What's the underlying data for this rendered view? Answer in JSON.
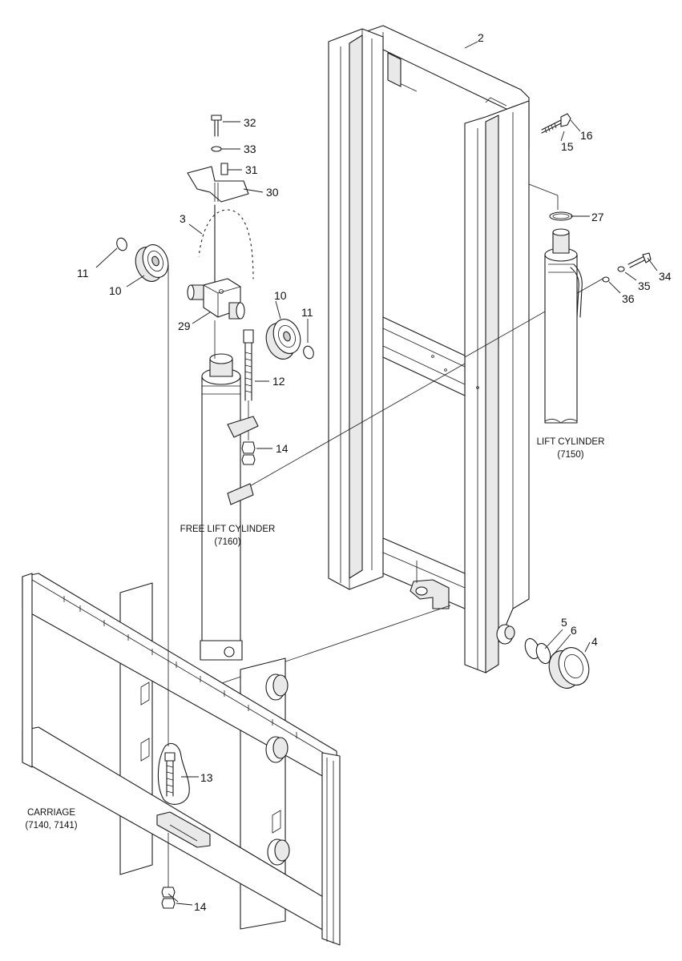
{
  "callouts": {
    "c2": "2",
    "c3": "3",
    "c4": "4",
    "c5": "5",
    "c6": "6",
    "c10a": "10",
    "c10b": "10",
    "c11a": "11",
    "c11b": "11",
    "c12": "12",
    "c13": "13",
    "c14a": "14",
    "c14b": "14",
    "c15": "15",
    "c16": "16",
    "c27": "27",
    "c29": "29",
    "c30": "30",
    "c31": "31",
    "c32": "32",
    "c33": "33",
    "c34": "34",
    "c35": "35",
    "c36": "36"
  },
  "subassemblies": {
    "lift_cylinder": {
      "name": "LIFT CYLINDER",
      "ref": "(7150)"
    },
    "free_lift_cylinder": {
      "name": "FREE LIFT CYLINDER",
      "ref": "(7160)"
    },
    "carriage": {
      "name": "CARRIAGE",
      "ref": "(7140, 7141)"
    }
  },
  "colors": {
    "line": "#1a1a1a",
    "shade": "#e9e9e9",
    "dark_shade": "#cfcfcf",
    "background": "#ffffff"
  }
}
